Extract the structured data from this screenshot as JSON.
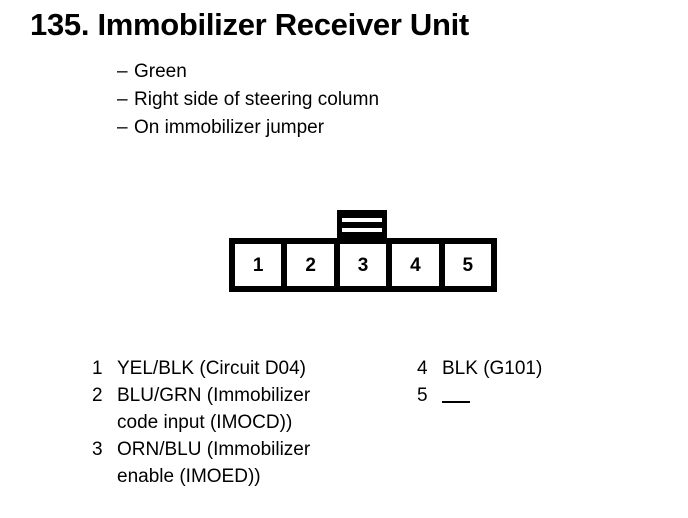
{
  "title": "135. Immobilizer Receiver Unit",
  "notes": [
    {
      "dash": "–",
      "text": "Green"
    },
    {
      "dash": "–",
      "text": "Right side of steering column"
    },
    {
      "dash": "–",
      "text": "On immobilizer jumper"
    }
  ],
  "connector": {
    "pins": [
      {
        "number": "1"
      },
      {
        "number": "2"
      },
      {
        "number": "3"
      },
      {
        "number": "4"
      },
      {
        "number": "5"
      }
    ],
    "tab_over_pin": "3"
  },
  "legend": {
    "left": [
      {
        "number": "1",
        "line1": "YEL/BLK (Circuit D04)",
        "line2": ""
      },
      {
        "number": "2",
        "line1": "BLU/GRN (Immobilizer",
        "line2": "code input (IMOCD))"
      },
      {
        "number": "3",
        "line1": "ORN/BLU (Immobilizer",
        "line2": "enable (IMOED))"
      }
    ],
    "right": [
      {
        "number": "4",
        "line1": "BLK (G101)",
        "line2": ""
      },
      {
        "number": "5",
        "line1": "",
        "line2": "",
        "dash_mark": true
      }
    ]
  },
  "colors": {
    "background": "#ffffff",
    "ink": "#000000"
  }
}
